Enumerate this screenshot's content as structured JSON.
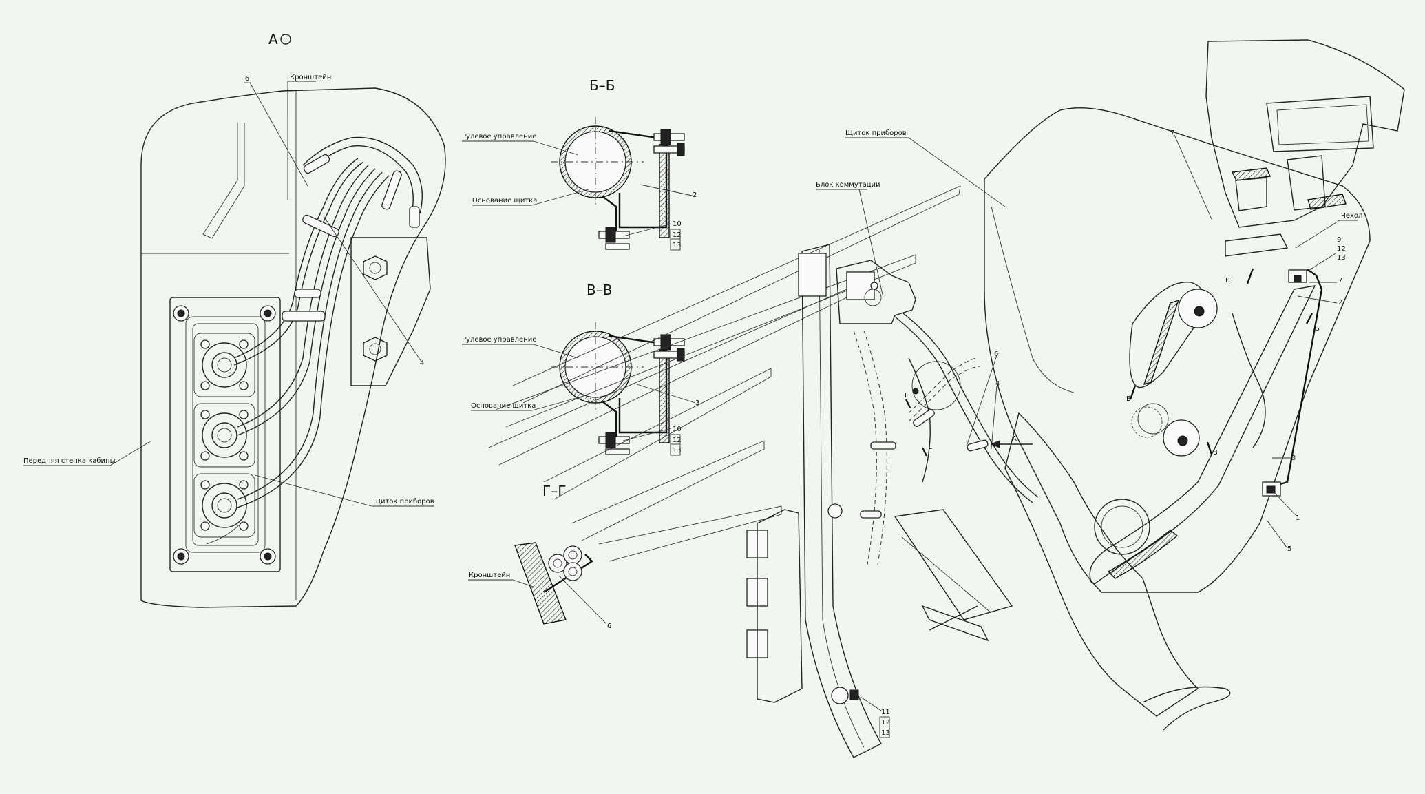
{
  "views": {
    "a": "А",
    "bb": "Б–Б",
    "vv": "В–В",
    "gg": "Г–Г"
  },
  "labels": {
    "kronshtein": "Кронштейн",
    "perednyaya_stenka": "Передняя стенка кабины",
    "shchitok_priborov": "Щиток приборов",
    "rulevoe_upravlenie": "Рулевое управление",
    "osnovanie_shchitka": "Основание щитка",
    "blok_kommutatsii": "Блок коммутации",
    "chekhol": "Чехол"
  },
  "markers": {
    "b": "Б",
    "v": "В",
    "g": "Г",
    "a": "А"
  },
  "callouts": {
    "n1": "1",
    "n2": "2",
    "n3": "3",
    "n3v": "3",
    "n4": "4",
    "n5": "5",
    "n6": "6",
    "n7": "7",
    "n9": "9",
    "n10": "10",
    "n11": "11",
    "n12": "12",
    "n13": "13"
  }
}
